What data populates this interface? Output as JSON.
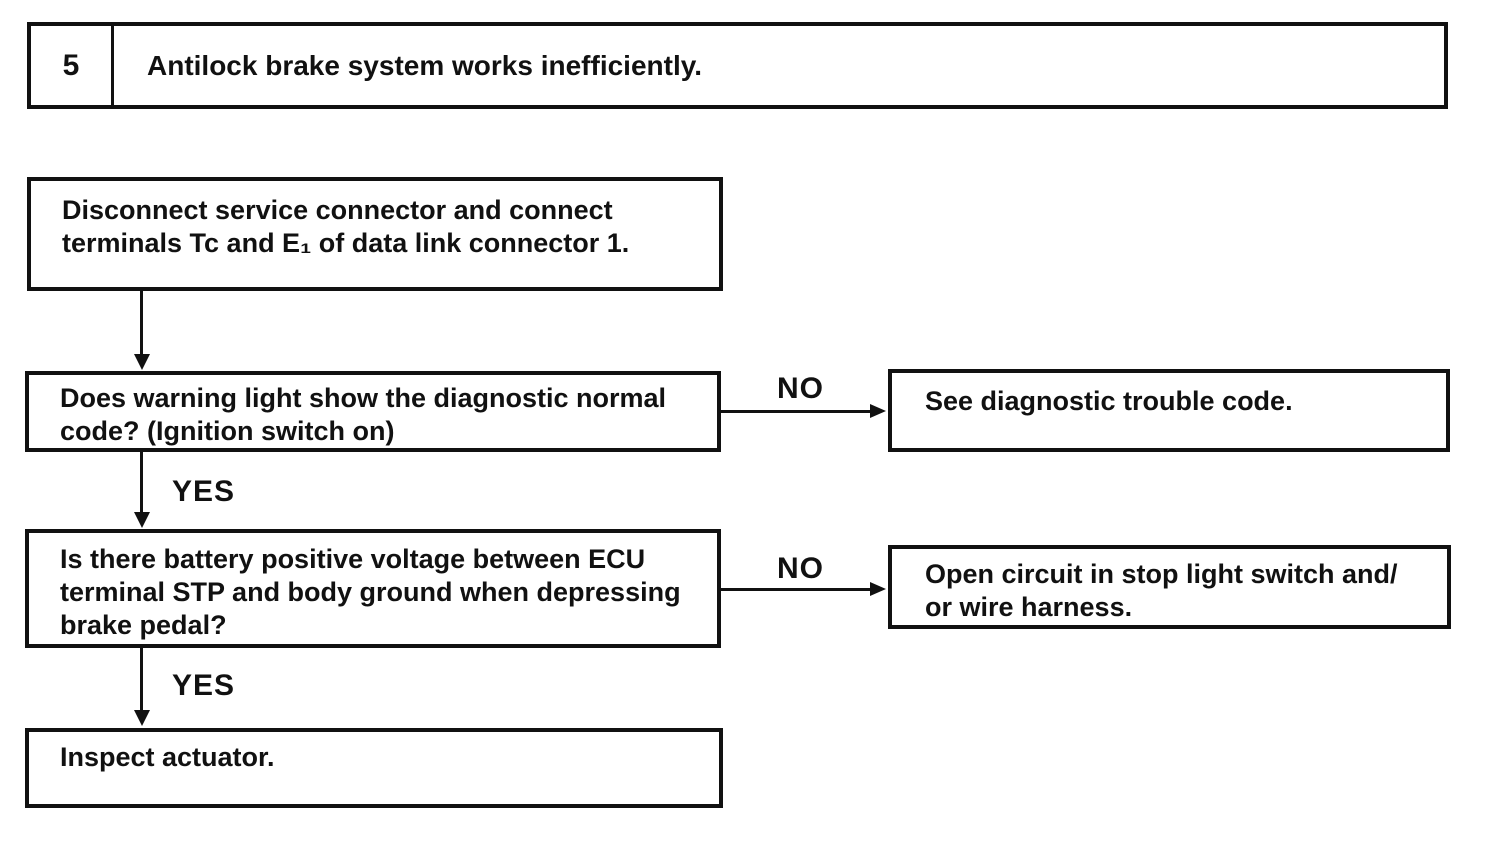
{
  "header": {
    "number": "5",
    "title": "Antilock brake system works inefficiently."
  },
  "nodes": {
    "step1": {
      "lines": [
        "Disconnect service connector and connect",
        "terminals Tc and E₁ of data link connector 1."
      ]
    },
    "q1": {
      "lines": [
        "Does warning light show the diagnostic normal",
        "code? (Ignition switch on)"
      ]
    },
    "r1": {
      "lines": [
        "See diagnostic trouble code."
      ]
    },
    "q2": {
      "lines": [
        "Is there battery positive voltage between ECU",
        "terminal STP and body ground when depressing",
        "brake pedal?"
      ]
    },
    "r2": {
      "lines": [
        "Open circuit in stop light switch and/",
        "or wire harness."
      ]
    },
    "end": {
      "lines": [
        "Inspect actuator."
      ]
    }
  },
  "labels": {
    "yes1": "YES",
    "no1": "NO",
    "yes2": "YES",
    "no2": "NO"
  },
  "colors": {
    "ink": "#111111",
    "background": "#ffffff"
  }
}
